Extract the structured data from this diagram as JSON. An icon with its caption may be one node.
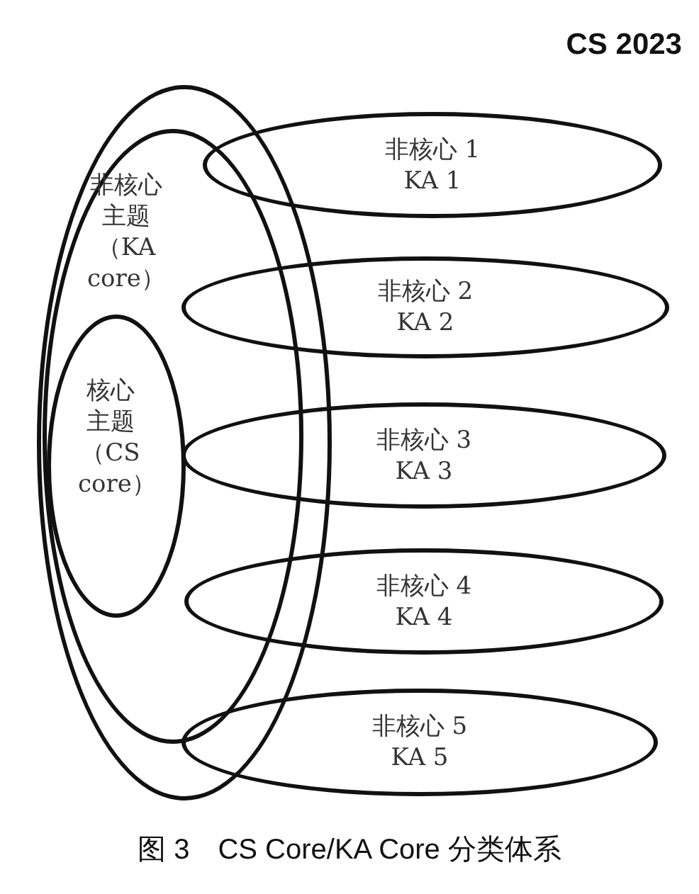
{
  "diagram": {
    "title": "CS 2023",
    "caption": "图 3　CS Core/KA Core 分类体系",
    "nodes": [
      {
        "text": [],
        "shape": "ellipse"
      },
      {
        "text": [
          "非核心主题（KA core）"
        ],
        "in": 0
      },
      {
        "text": [
          "核心主题（CS core）"
        ],
        "in": 1
      },
      {
        "text": [
          "非核心 1",
          "KA 1"
        ]
      },
      {
        "text": [
          "非核心 2",
          "KA 2"
        ]
      },
      {
        "text": [
          "非核心 3",
          "KA 3"
        ]
      },
      {
        "text": [
          "非核心 4",
          "KA 4"
        ]
      },
      {
        "text": [
          "非核心 5",
          "KA 5"
        ]
      }
    ],
    "edges": []
  }
}
